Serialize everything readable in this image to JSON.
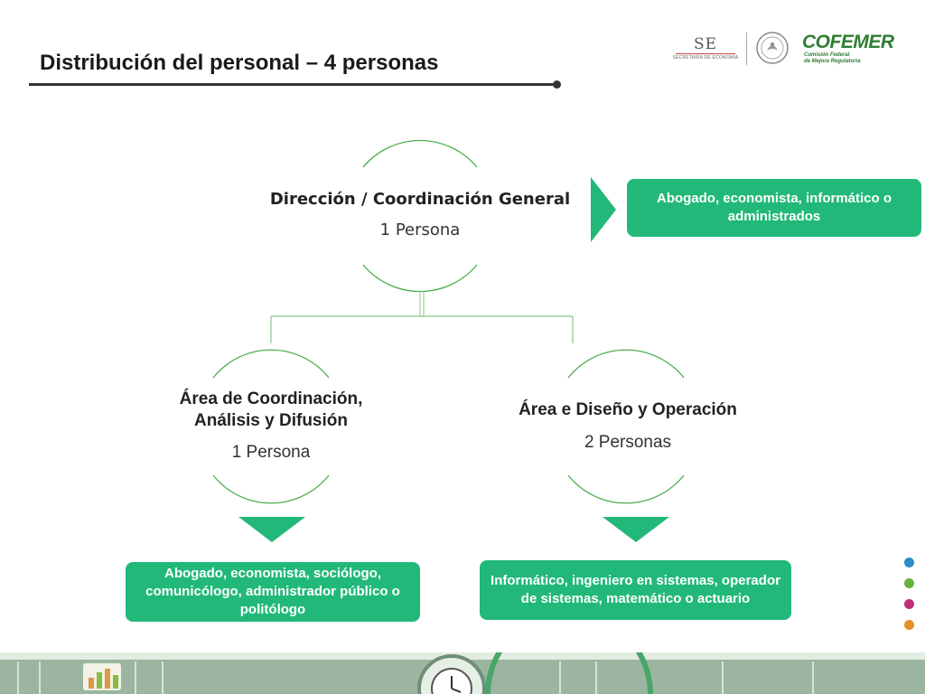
{
  "header": {
    "title": "Distribución del personal – 4 personas"
  },
  "logos": {
    "se_text": "SE",
    "se_sub": "SECRETARÍA DE ECONOMÍA",
    "cofemer_text": "COFEMER",
    "cofemer_sub1": "Comisión Federal",
    "cofemer_sub2": "de Mejora Regulatoria"
  },
  "diagram": {
    "root": {
      "title": "Dirección / Coordinación General",
      "count": "1 Persona",
      "profile": "Abogado, economista, informático o administrados"
    },
    "left": {
      "title_line1": "Área de Coordinación,",
      "title_line2": "Análisis y Difusión",
      "count": "1 Persona",
      "profile": "Abogado, economista, sociólogo, comunicólogo, administrador público o politólogo"
    },
    "right": {
      "title": "Área e Diseño y Operación",
      "count": "2 Personas",
      "profile": "Informático, ingeniero en sistemas, operador de sistemas, matemático o actuario"
    }
  },
  "colors": {
    "accent_green": "#22b87a",
    "line_green": "#4caf50",
    "dots": [
      "#2a8fc4",
      "#6ab33a",
      "#c0307a",
      "#e8902a"
    ]
  }
}
